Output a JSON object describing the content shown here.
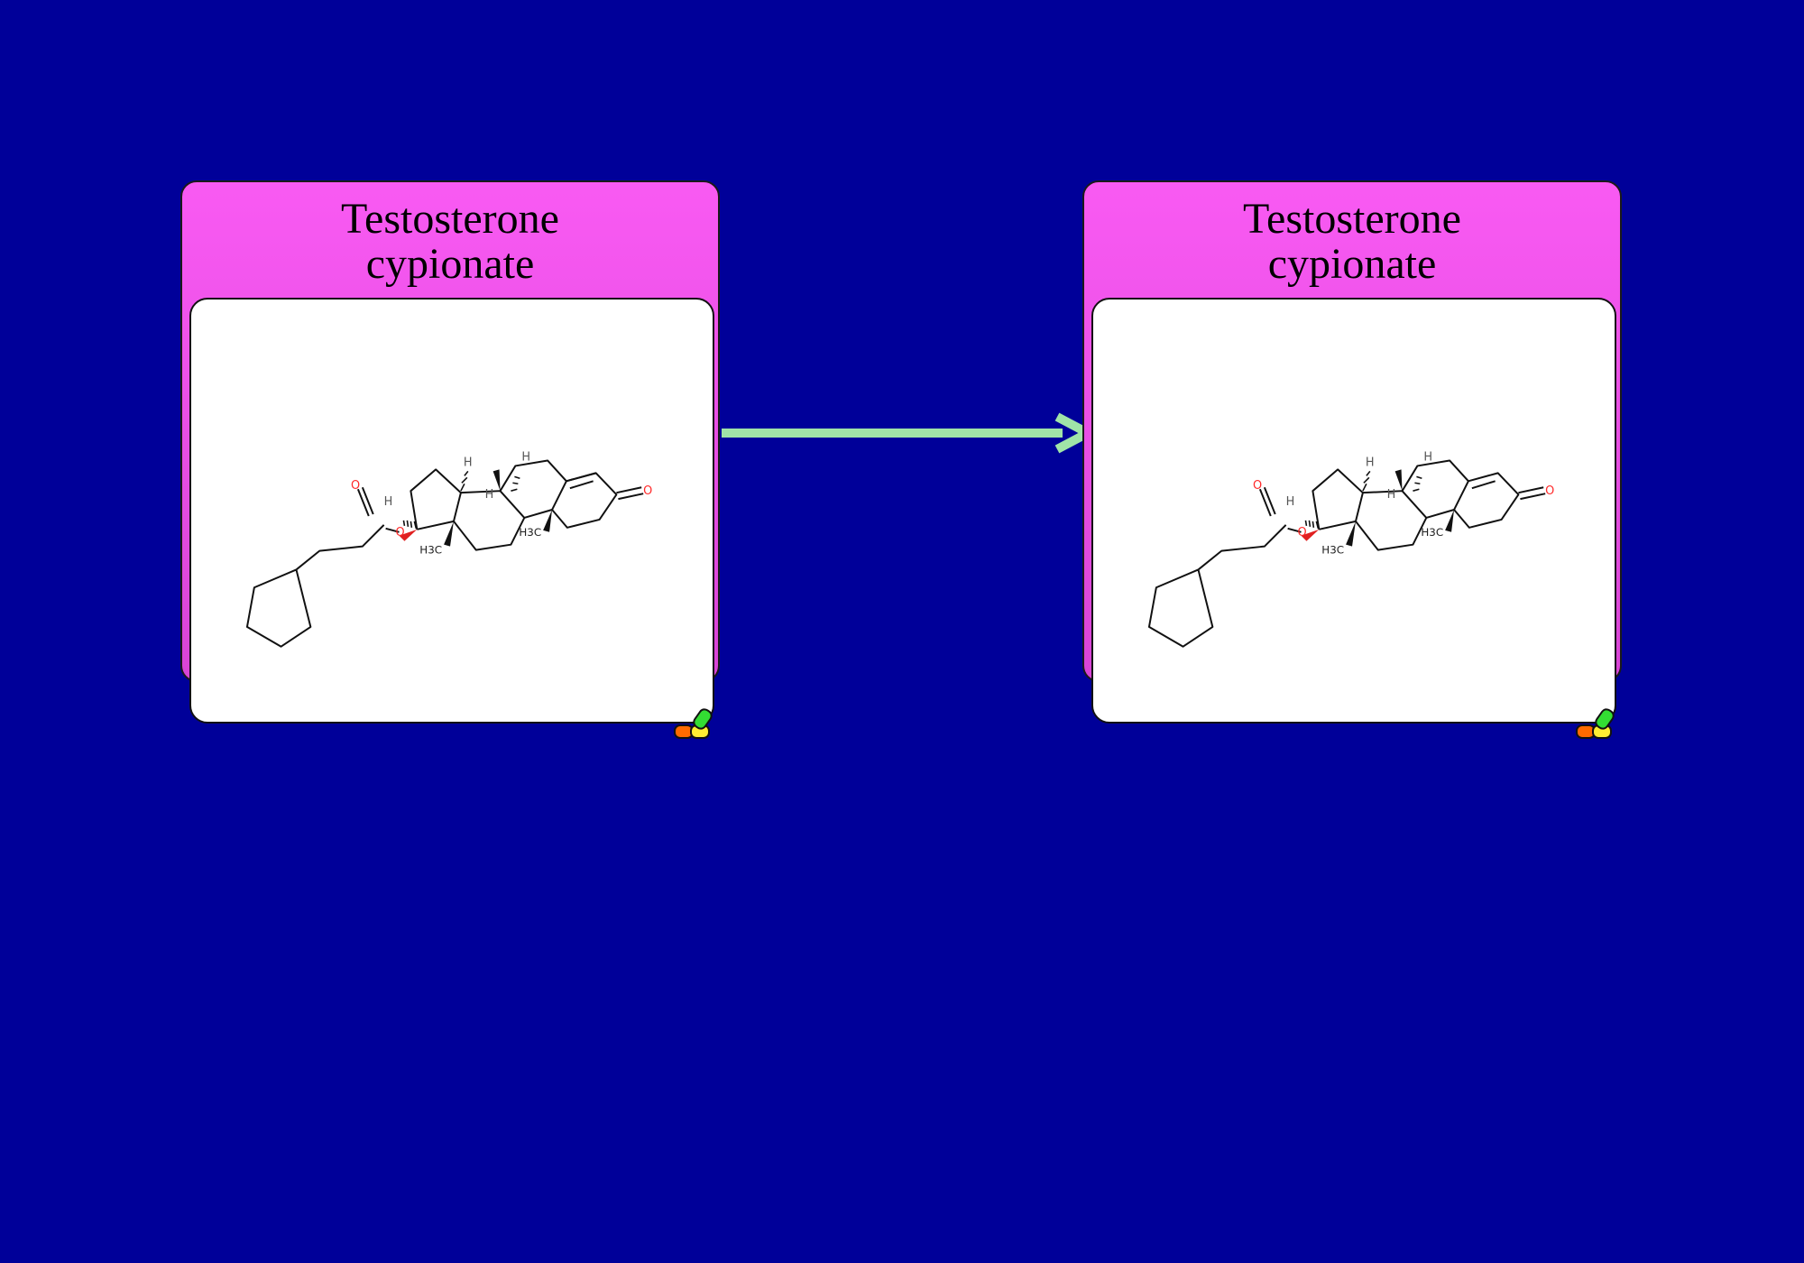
{
  "nodes": [
    {
      "id": "left",
      "label": "Testosterone\ncypionate"
    },
    {
      "id": "right",
      "label": "Testosterone\ncypionate"
    }
  ],
  "edge": {
    "from": "left",
    "to": "right",
    "color": "#a0e4a8"
  },
  "molecule": {
    "atom_labels": {
      "h1": "H",
      "h2": "H",
      "h3": "H",
      "h4": "H",
      "o_keto": "O",
      "o_carbonyl": "O",
      "o_ester": "O",
      "ch3_a": "H3C",
      "ch3_b": "H3C"
    }
  },
  "colors": {
    "background": "#000099",
    "node_fill": "#f95af3",
    "image_fill": "#ffffff",
    "oxygen": "#ff2a2a"
  },
  "icons": [
    "capsule-icon"
  ]
}
